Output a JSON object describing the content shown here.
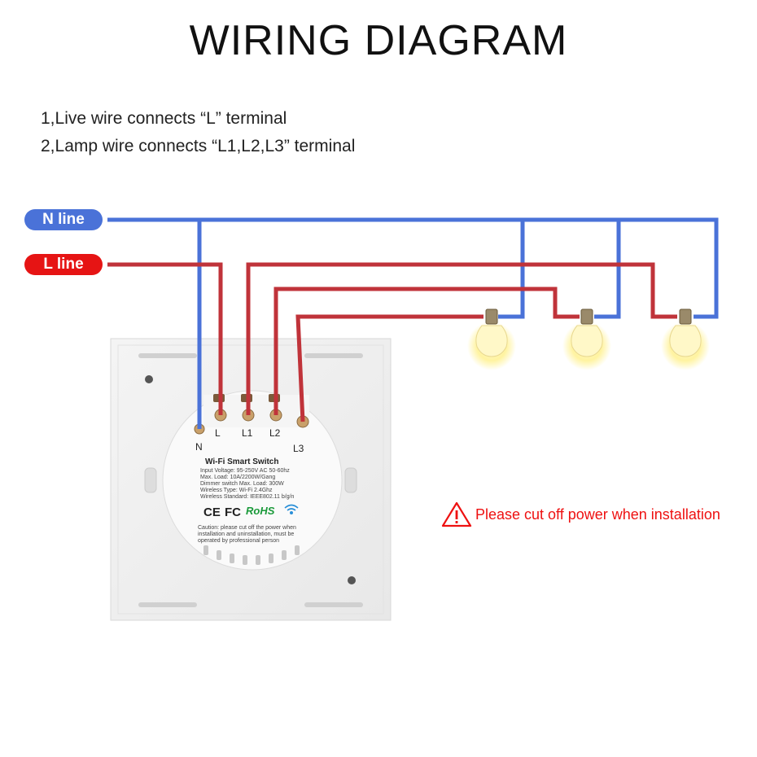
{
  "title": "WIRING DIAGRAM",
  "instructions": [
    "1,Live wire connects “L” terminal",
    "2,Lamp wire connects “L1,L2,L3” terminal"
  ],
  "lines": {
    "n_label": "N line",
    "l_label": "L line"
  },
  "terminals": {
    "n": "N",
    "l": "L",
    "l1": "L1",
    "l2": "L2",
    "l3": "L3"
  },
  "switch_label": {
    "name": "Wi-Fi Smart Switch",
    "specs": [
      "Input Voltage: 95-250V AC 50-60hz",
      "Max. Load: 10A/2200W/Gang",
      "Dimmer switch Max. Load: 300W",
      "Wireless Type: Wi-Fi 2.4Ghz",
      "Wireless Standard: IEEE802.11 b/g/n"
    ],
    "cert_ce": "CE",
    "cert_fc": "FC",
    "cert_rohs": "RoHS",
    "caution": [
      "Caution: please cut off the power when",
      "installation and uninstallation, must be",
      "operated by professional person"
    ]
  },
  "warning": "Please cut off power when installation",
  "colors": {
    "n_wire": "#4a72d8",
    "l_wire": "#c0333a",
    "warning": "#e11111",
    "bulb_glow": "#fff3a0"
  },
  "icons": [
    "warning-triangle-icon",
    "bulb-icon",
    "wifi-icon"
  ]
}
